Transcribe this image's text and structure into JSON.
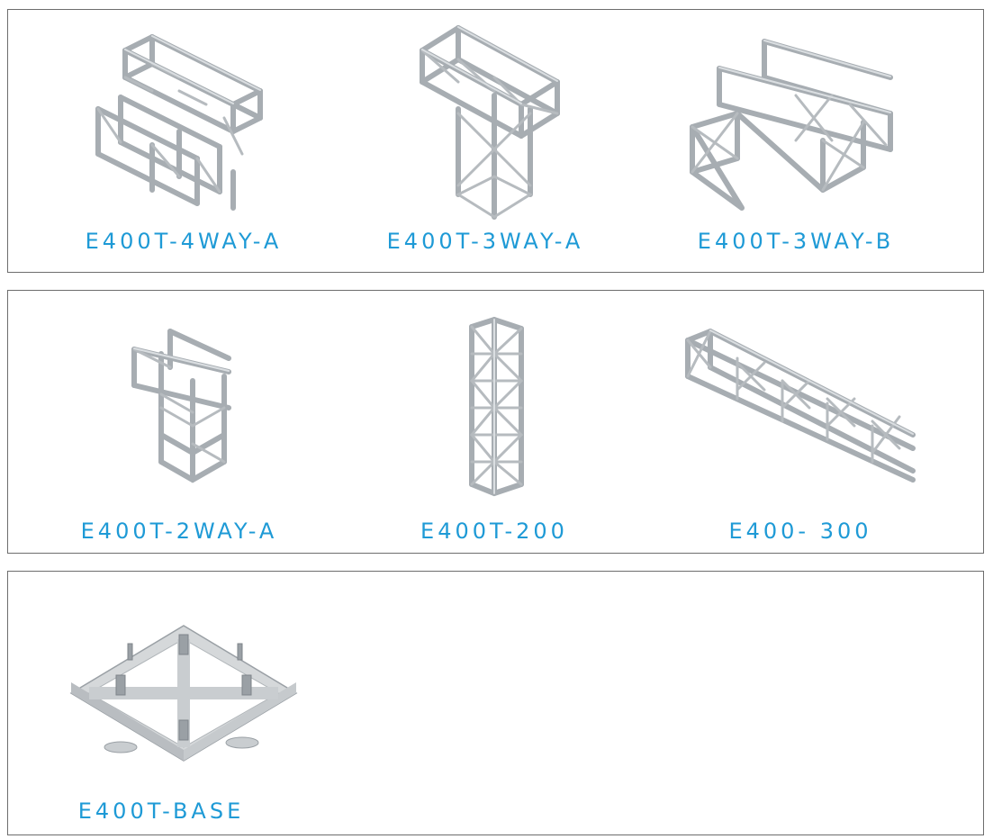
{
  "panels": [
    {
      "items": [
        {
          "label": "E400T-4WAY-A",
          "image": "truss-4way-junction"
        },
        {
          "label": "E400T-3WAY-A",
          "image": "truss-3way-t-junction"
        },
        {
          "label": "E400T-3WAY-B",
          "image": "truss-3way-t-junction-horizontal"
        }
      ]
    },
    {
      "items": [
        {
          "label": "E400T-2WAY-A",
          "image": "truss-2way-corner"
        },
        {
          "label": "E400T-200",
          "image": "truss-vertical-segment"
        },
        {
          "label": "E400- 300",
          "image": "truss-straight-segment"
        }
      ]
    },
    {
      "items": [
        {
          "label": "E400T-BASE",
          "image": "truss-base-plate"
        }
      ]
    }
  ],
  "colors": {
    "label": "#1e9ad6",
    "border": "#6d6d6d",
    "truss": "#a7adb2"
  }
}
